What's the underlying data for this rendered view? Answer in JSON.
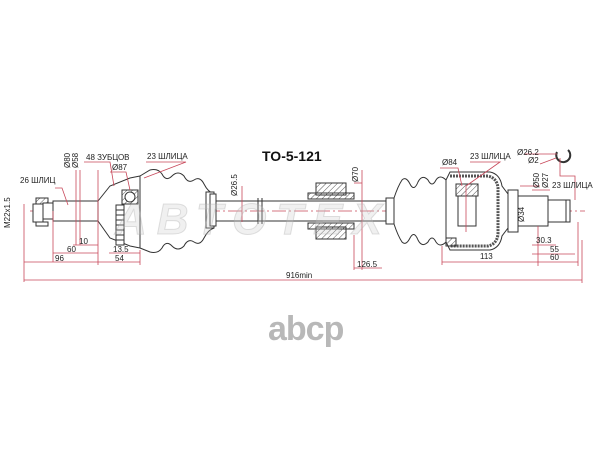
{
  "drawing": {
    "part_number": "TO-5-121",
    "watermark": "АВТОТЕХ",
    "logo": "abcp",
    "colors": {
      "outline": "#333333",
      "dimension": "#c8485a",
      "hatch": "#555555",
      "background": "#ffffff",
      "logo": "#b8b8b8"
    },
    "outer_joint": {
      "thread_label": "M22x1.5",
      "spline_label": "26 ШЛИЦ",
      "abs_teeth_label": "48 ЗУБЦОВ",
      "diameter_80": "Ø80",
      "diameter_58": "Ø58",
      "diameter_87": "Ø87",
      "boot_spline_label": "23 ШЛИЦА",
      "dim_10": "10",
      "dim_60": "60",
      "dim_96": "96",
      "dim_13_5": "13.5",
      "dim_54": "54"
    },
    "shaft": {
      "diameter_26_5": "Ø26.5",
      "damper_diameter": "Ø70",
      "damper_offset": "126.5",
      "overall_length": "916min"
    },
    "inner_joint": {
      "diameter_84": "Ø84",
      "spline_label": "23 ШЛИЦА",
      "circlip_outer": "Ø26.2",
      "circlip_wire": "Ø2",
      "diameter_50": "Ø50",
      "diameter_27": "Ø27",
      "diameter_34": "Ø34",
      "stub_spline_label": "23 ШЛИЦА",
      "dim_113": "113",
      "dim_30_3": "30.3",
      "dim_55": "55",
      "dim_60": "60"
    }
  }
}
